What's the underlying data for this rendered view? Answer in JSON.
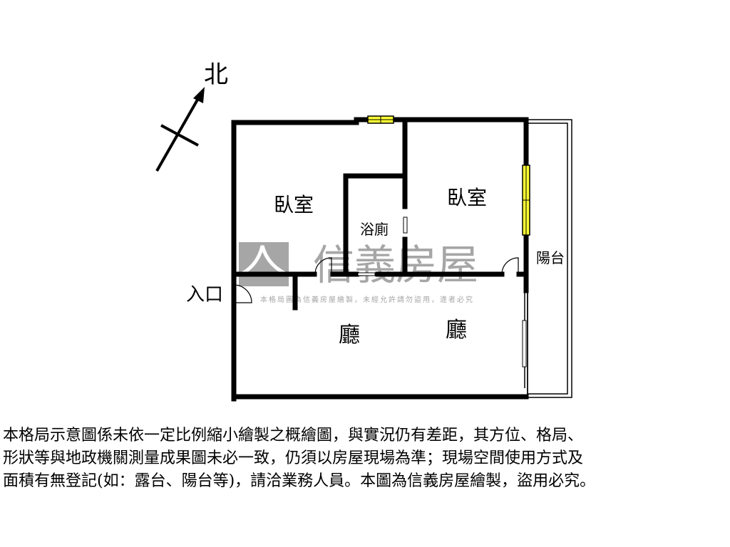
{
  "compass": {
    "north_label": "北"
  },
  "rooms": {
    "bedroom_left": "臥室",
    "bedroom_right": "臥室",
    "bathroom": "浴廁",
    "balcony": "陽台",
    "entrance": "入口",
    "living_left": "廳",
    "living_right": "廳"
  },
  "watermark": {
    "brand": "信義房屋",
    "notice": "本格局圖為信義房屋繪製，未經允許請勿盜用，違者必究"
  },
  "colors": {
    "wall": "#000000",
    "window": "#ffff33",
    "watermark": "#a6a6a6"
  },
  "disclaimer": {
    "lines": [
      "本格局示意圖係未依一定比例縮小繪製之概繪圖，與實況仍有差距，其方位、格局、",
      "形狀等與地政機關測量成果圖未必一致，仍須以房屋現場為準；現場空間使用方式及",
      "面積有無登記(如：露台、陽台等)，請洽業務人員。本圖為信義房屋繪製，盜用必究。"
    ]
  }
}
